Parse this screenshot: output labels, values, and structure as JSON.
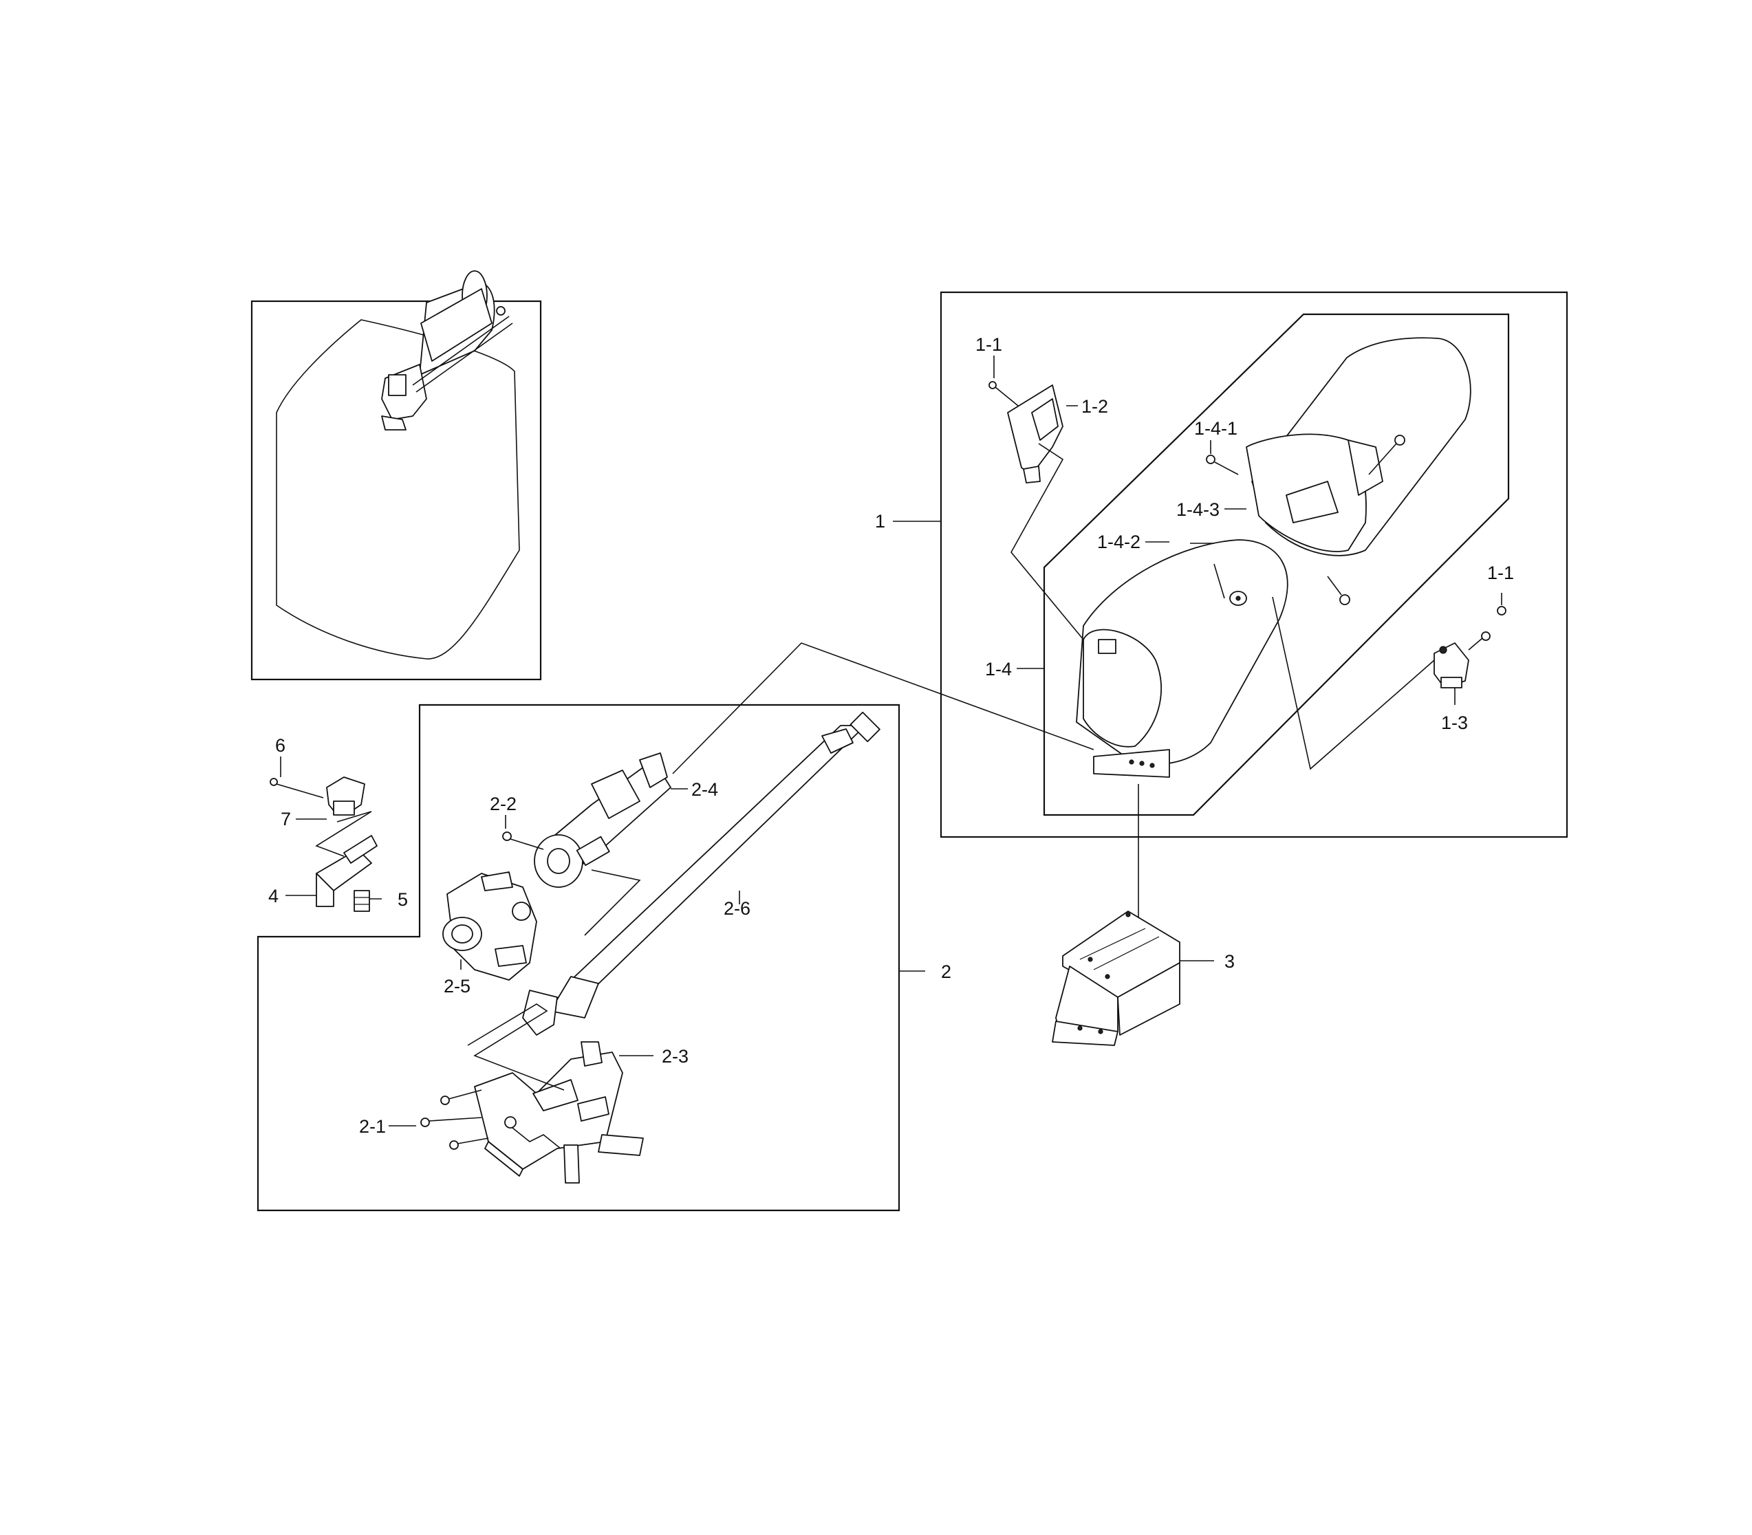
{
  "labels": {
    "l_1": "1",
    "l_1_1_top": "1-1",
    "l_1_2": "1-2",
    "l_1_3": "1-3",
    "l_1_1_right": "1-1",
    "l_1_4": "1-4",
    "l_1_4_1": "1-4-1",
    "l_1_4_2": "1-4-2",
    "l_1_4_3": "1-4-3",
    "l_2": "2",
    "l_2_1": "2-1",
    "l_2_2": "2-2",
    "l_2_3": "2-3",
    "l_2_4": "2-4",
    "l_2_5": "2-5",
    "l_2_6": "2-6",
    "l_3": "3",
    "l_4": "4",
    "l_5": "5",
    "l_6": "6",
    "l_7": "7"
  }
}
